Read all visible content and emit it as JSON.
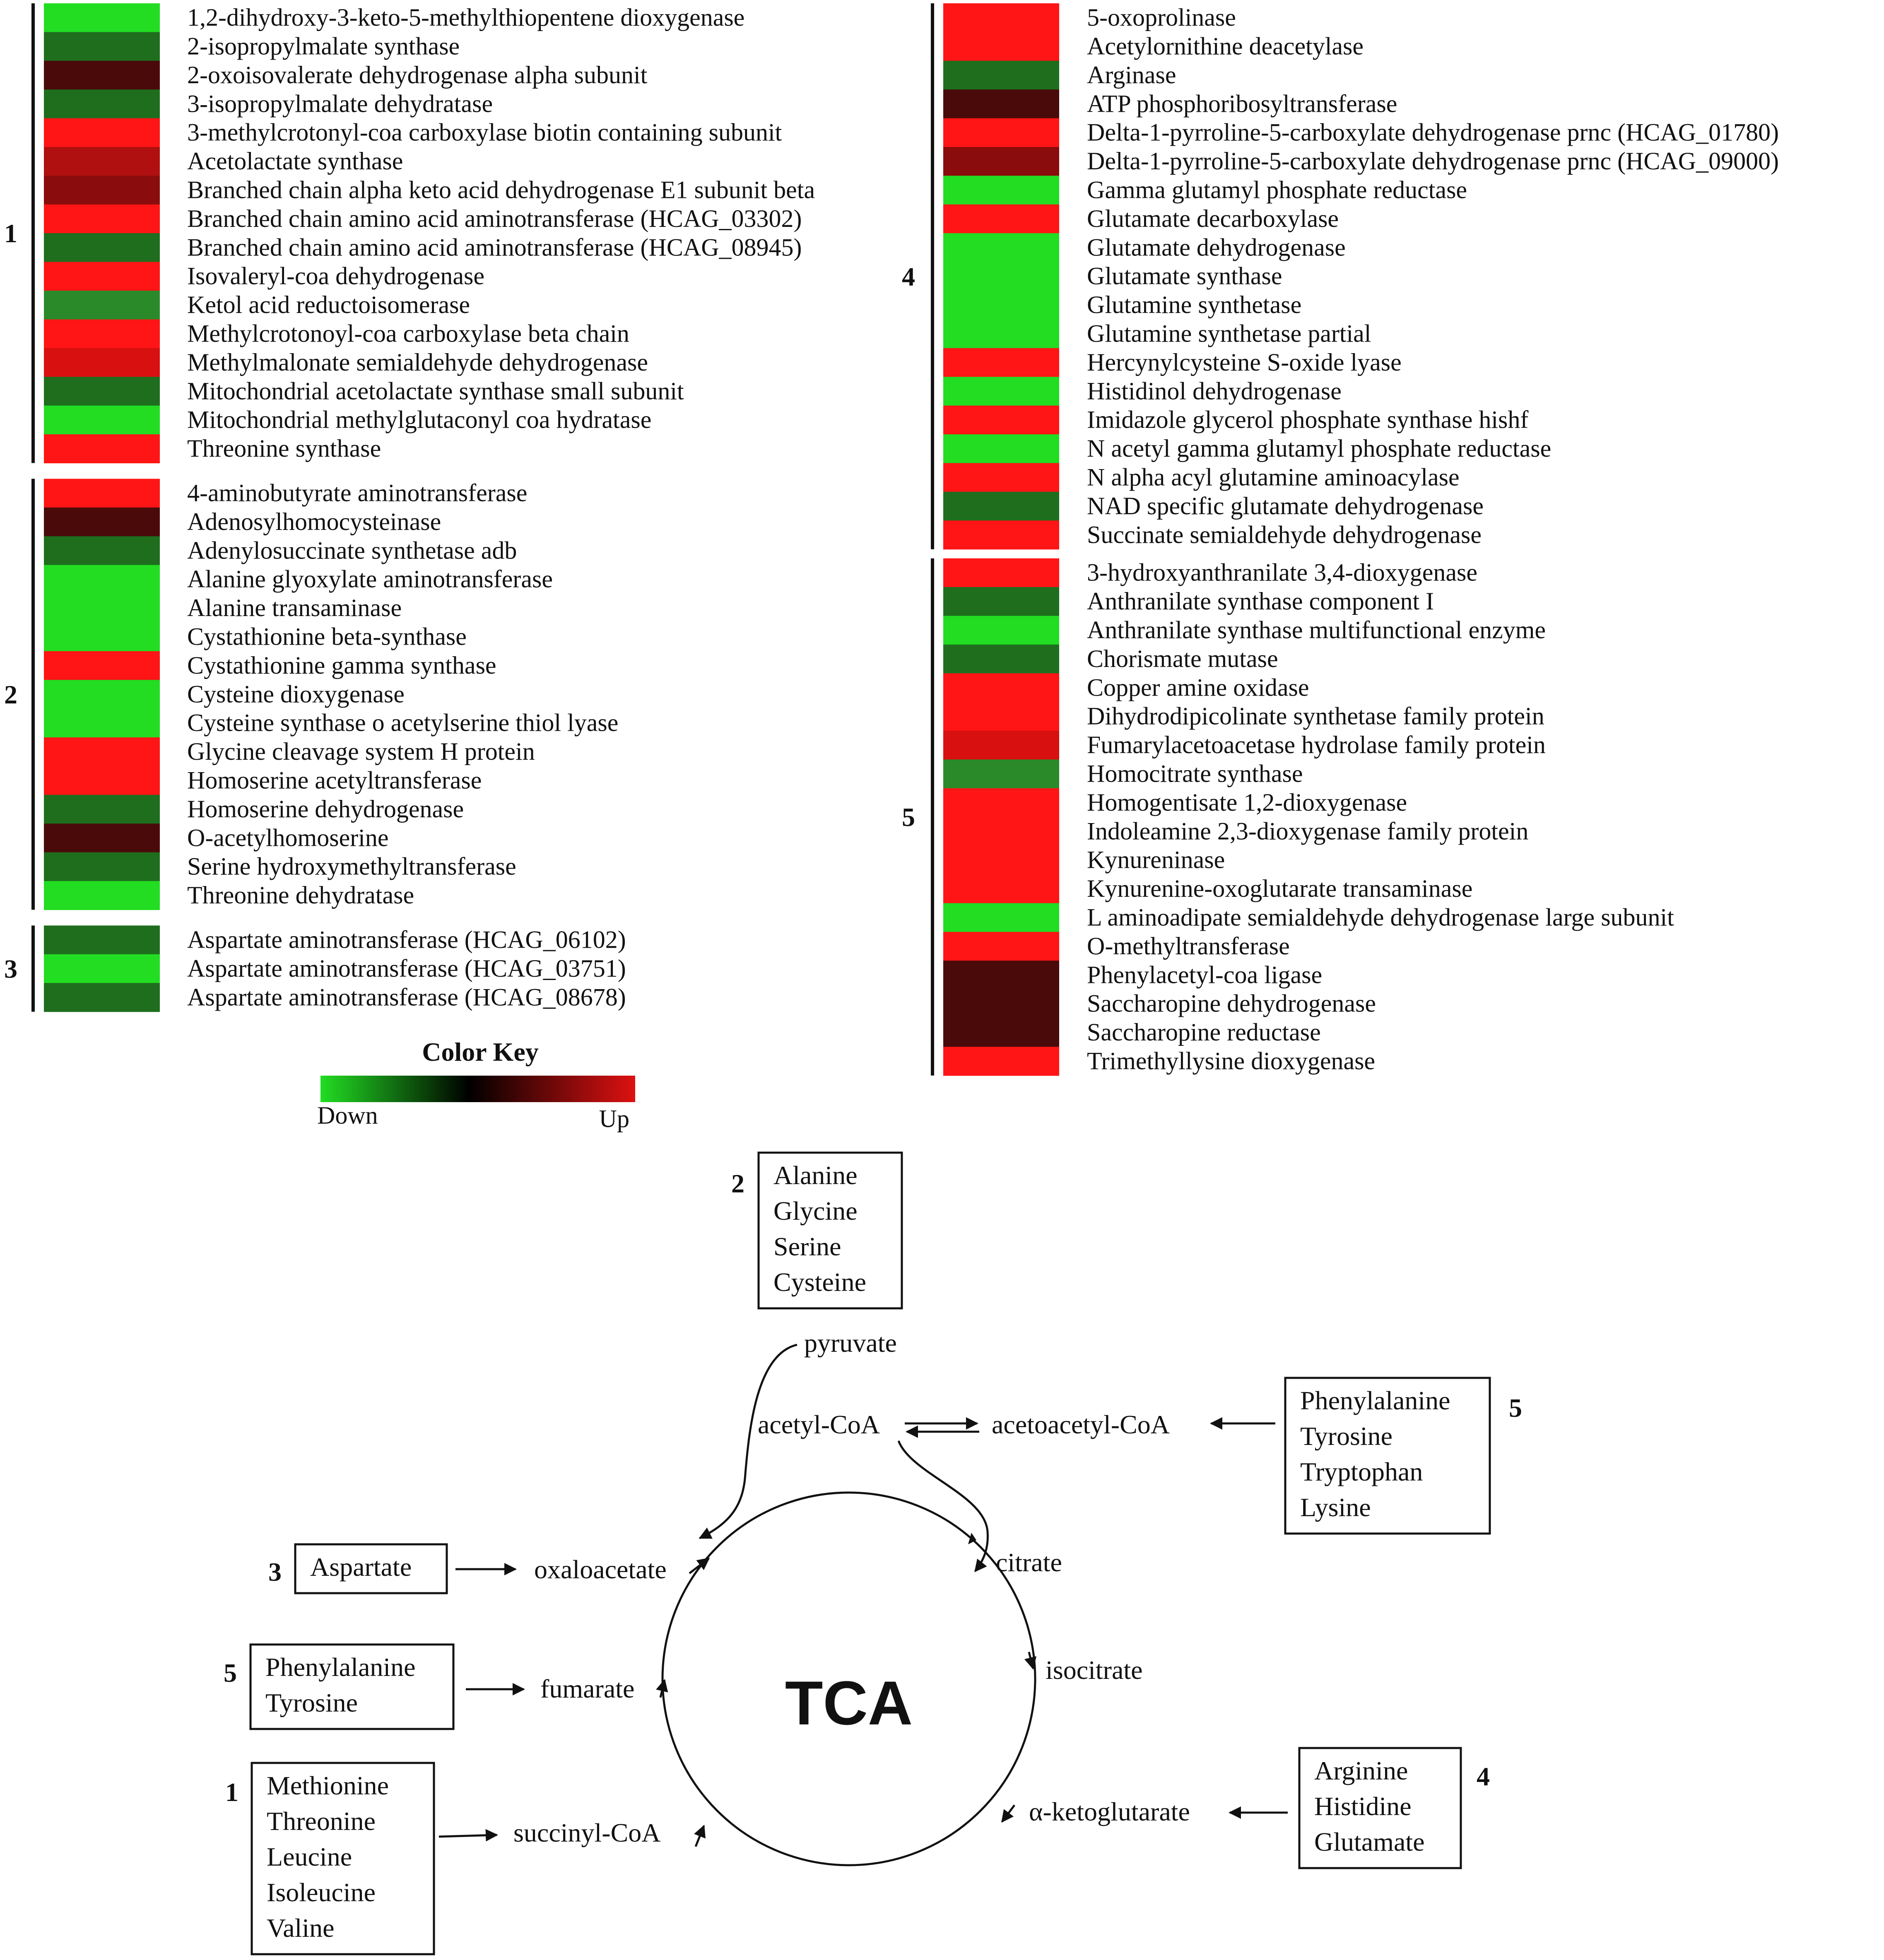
{
  "heatmap": {
    "left": {
      "groups": [
        {
          "label": "1",
          "genes": [
            {
              "name": "1,2-dihydroxy-3-keto-5-methylthiopentene dioxygenase",
              "color": "#22dd22"
            },
            {
              "name": "2-isopropylmalate synthase",
              "color": "#1e6e1e"
            },
            {
              "name": "2-oxoisovalerate dehydrogenase alpha subunit",
              "color": "#4a0a0a"
            },
            {
              "name": "3-isopropylmalate dehydratase",
              "color": "#1e6e1e"
            },
            {
              "name": "3-methylcrotonyl-coa carboxylase biotin containing subunit",
              "color": "#ff1515"
            },
            {
              "name": "Acetolactate synthase",
              "color": "#b01010"
            },
            {
              "name": "Branched chain alpha keto acid dehydrogenase E1 subunit beta",
              "color": "#8a0c0c"
            },
            {
              "name": "Branched chain amino acid aminotransferase (HCAG_03302)",
              "color": "#ff1515"
            },
            {
              "name": "Branched chain amino acid aminotransferase (HCAG_08945)",
              "color": "#1e6e1e"
            },
            {
              "name": "Isovaleryl-coa dehydrogenase",
              "color": "#ff1515"
            },
            {
              "name": "Ketol acid reductoisomerase",
              "color": "#2a8a2a"
            },
            {
              "name": "Methylcrotonoyl-coa carboxylase beta chain",
              "color": "#ff1515"
            },
            {
              "name": "Methylmalonate semialdehyde dehydrogenase",
              "color": "#d81010"
            },
            {
              "name": "Mitochondrial acetolactate synthase small subunit",
              "color": "#1e6e1e"
            },
            {
              "name": "Mitochondrial methylglutaconyl coa hydratase",
              "color": "#22dd22"
            },
            {
              "name": "Threonine synthase",
              "color": "#ff1515"
            }
          ]
        },
        {
          "label": "2",
          "genes": [
            {
              "name": "4-aminobutyrate aminotransferase",
              "color": "#ff1515"
            },
            {
              "name": "Adenosylhomocysteinase",
              "color": "#4a0a0a"
            },
            {
              "name": "Adenylosuccinate synthetase adb",
              "color": "#1e6e1e"
            },
            {
              "name": "Alanine glyoxylate aminotransferase",
              "color": "#22dd22"
            },
            {
              "name": "Alanine transaminase",
              "color": "#22dd22"
            },
            {
              "name": "Cystathionine beta-synthase",
              "color": "#22dd22"
            },
            {
              "name": "Cystathionine gamma synthase",
              "color": "#ff1515"
            },
            {
              "name": "Cysteine dioxygenase",
              "color": "#22dd22"
            },
            {
              "name": "Cysteine synthase o acetylserine thiol lyase",
              "color": "#22dd22"
            },
            {
              "name": "Glycine cleavage system H protein",
              "color": "#ff1515"
            },
            {
              "name": "Homoserine acetyltransferase",
              "color": "#ff1515"
            },
            {
              "name": "Homoserine dehydrogenase",
              "color": "#1e6e1e"
            },
            {
              "name": "O-acetylhomoserine",
              "color": "#4a0a0a"
            },
            {
              "name": "Serine hydroxymethyltransferase",
              "color": "#1e6e1e"
            },
            {
              "name": "Threonine dehydratase",
              "color": "#22dd22"
            }
          ]
        },
        {
          "label": "3",
          "genes": [
            {
              "name": "Aspartate aminotransferase (HCAG_06102)",
              "color": "#1e6e1e"
            },
            {
              "name": "Aspartate aminotransferase (HCAG_03751)",
              "color": "#22dd22"
            },
            {
              "name": "Aspartate aminotransferase (HCAG_08678)",
              "color": "#1e6e1e"
            }
          ]
        }
      ]
    },
    "right": {
      "groups": [
        {
          "label": "4",
          "genes": [
            {
              "name": "5-oxoprolinase",
              "color": "#ff1515"
            },
            {
              "name": "Acetylornithine deacetylase",
              "color": "#ff1515"
            },
            {
              "name": "Arginase",
              "color": "#1e6e1e"
            },
            {
              "name": "ATP phosphoribosyltransferase",
              "color": "#4a0a0a"
            },
            {
              "name": "Delta-1-pyrroline-5-carboxylate dehydrogenase prnc (HCAG_01780)",
              "color": "#ff1515"
            },
            {
              "name": "Delta-1-pyrroline-5-carboxylate dehydrogenase prnc (HCAG_09000)",
              "color": "#8a0c0c"
            },
            {
              "name": "Gamma glutamyl phosphate reductase",
              "color": "#22dd22"
            },
            {
              "name": "Glutamate decarboxylase",
              "color": "#ff1515"
            },
            {
              "name": "Glutamate dehydrogenase",
              "color": "#22dd22"
            },
            {
              "name": "Glutamate synthase",
              "color": "#22dd22"
            },
            {
              "name": "Glutamine synthetase",
              "color": "#22dd22"
            },
            {
              "name": "Glutamine synthetase partial",
              "color": "#22dd22"
            },
            {
              "name": "Hercynylcysteine S-oxide lyase",
              "color": "#ff1515"
            },
            {
              "name": "Histidinol dehydrogenase",
              "color": "#22dd22"
            },
            {
              "name": "Imidazole glycerol phosphate synthase hishf",
              "color": "#ff1515"
            },
            {
              "name": "N acetyl gamma glutamyl phosphate reductase",
              "color": "#22dd22"
            },
            {
              "name": "N alpha acyl glutamine aminoacylase",
              "color": "#ff1515"
            },
            {
              "name": "NAD specific glutamate dehydrogenase",
              "color": "#1e6e1e"
            },
            {
              "name": "Succinate semialdehyde dehydrogenase",
              "color": "#ff1515"
            }
          ]
        },
        {
          "label": "5",
          "genes": [
            {
              "name": "3-hydroxyanthranilate 3,4-dioxygenase",
              "color": "#ff1515"
            },
            {
              "name": "Anthranilate synthase component I",
              "color": "#1e6e1e"
            },
            {
              "name": "Anthranilate synthase multifunctional enzyme",
              "color": "#22dd22"
            },
            {
              "name": "Chorismate mutase",
              "color": "#1e6e1e"
            },
            {
              "name": "Copper amine oxidase",
              "color": "#ff1515"
            },
            {
              "name": "Dihydrodipicolinate synthetase family protein",
              "color": "#ff1515"
            },
            {
              "name": "Fumarylacetoacetase hydrolase family protein",
              "color": "#d81010"
            },
            {
              "name": "Homocitrate synthase",
              "color": "#2a8a2a"
            },
            {
              "name": "Homogentisate 1,2-dioxygenase",
              "color": "#ff1515"
            },
            {
              "name": "Indoleamine 2,3-dioxygenase family protein",
              "color": "#ff1515"
            },
            {
              "name": "Kynureninase",
              "color": "#ff1515"
            },
            {
              "name": "Kynurenine-oxoglutarate transaminase",
              "color": "#ff1515"
            },
            {
              "name": "L aminoadipate semialdehyde dehydrogenase large subunit",
              "color": "#22dd22"
            },
            {
              "name": "O-methyltransferase",
              "color": "#ff1515"
            },
            {
              "name": "Phenylacetyl-coa ligase",
              "color": "#4a0a0a"
            },
            {
              "name": "Saccharopine dehydrogenase",
              "color": "#4a0a0a"
            },
            {
              "name": "Saccharopine reductase",
              "color": "#4a0a0a"
            },
            {
              "name": "Trimethyllysine dioxygenase",
              "color": "#ff1515"
            }
          ]
        }
      ]
    }
  },
  "color_key": {
    "title": "Color Key",
    "low_label": "Down",
    "high_label": "Up",
    "colors": [
      "#22dd22",
      "#000000",
      "#dd1111"
    ]
  },
  "diagram": {
    "center_label": "TCA",
    "metabolites": {
      "pyruvate": "pyruvate",
      "acetyl_coa": "acetyl-CoA",
      "acetoacetyl_coa": "acetoacetyl-CoA",
      "citrate": "citrate",
      "isocitrate": "isocitrate",
      "alpha_ketoglutarate": "α-ketoglutarate",
      "succinyl_coa": "succinyl-CoA",
      "fumarate": "fumarate",
      "oxaloacetate": "oxaloacetate"
    },
    "boxes": {
      "top": {
        "group": "2",
        "items": [
          "Alanine",
          "Glycine",
          "Serine",
          "Cysteine"
        ]
      },
      "right_top": {
        "group": "5",
        "items": [
          "Phenylalanine",
          "Tyrosine",
          "Tryptophan",
          "Lysine"
        ]
      },
      "aspartate": {
        "group": "3",
        "items": [
          "Aspartate"
        ]
      },
      "left_mid": {
        "group": "5",
        "items": [
          "Phenylalanine",
          "Tyrosine"
        ]
      },
      "left_bot": {
        "group": "1",
        "items": [
          "Methionine",
          "Threonine",
          "Leucine",
          "Isoleucine",
          "Valine"
        ]
      },
      "right_bot": {
        "group": "4",
        "items": [
          "Arginine",
          "Histidine",
          "Glutamate"
        ]
      }
    }
  }
}
